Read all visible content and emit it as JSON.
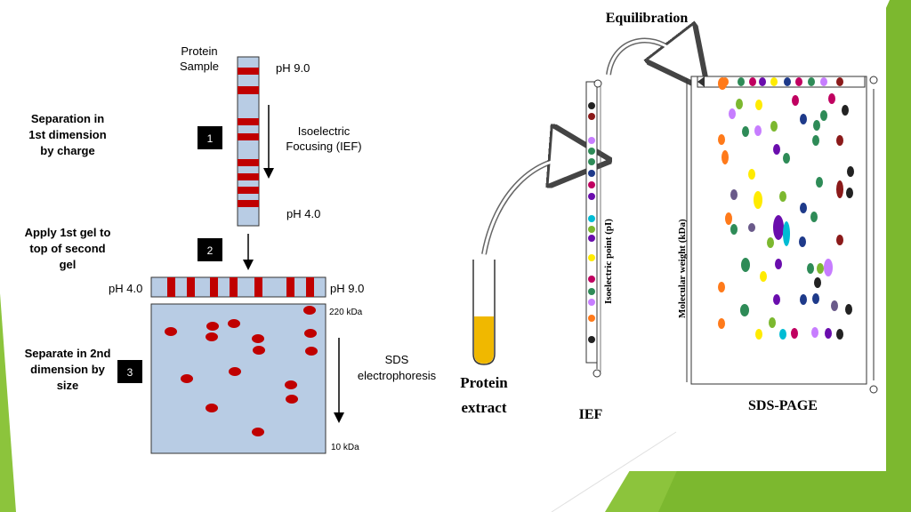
{
  "slide": {
    "colors": {
      "green_dark": "#7cb82f",
      "green_light": "#a6d05a",
      "blue_strip": "#b8cce4",
      "band_red": "#c00000",
      "spot_red": "#c00000",
      "black": "#000000"
    }
  },
  "left_diagram": {
    "protein_sample": [
      "Protein",
      "Sample"
    ],
    "ph_top": "pH 9.0",
    "ph_bottom_strip": "pH 4.0",
    "ief_label": [
      "Isoelectric",
      "Focusing (IEF)"
    ],
    "step1": {
      "number": "1",
      "text": [
        "Separation in",
        "1st dimension",
        "by charge"
      ]
    },
    "step2": {
      "number": "2",
      "text": [
        "Apply 1st gel to",
        "top of second",
        "gel"
      ]
    },
    "step3": {
      "number": "3",
      "text": [
        "Separate in 2nd",
        "dimension by",
        "size"
      ]
    },
    "horizontal_strip": {
      "left_label": "pH 4.0",
      "right_label": "pH 9.0"
    },
    "gel": {
      "top_label": "220 kDa",
      "bottom_label": "10 kDa"
    },
    "sds_label": [
      "SDS",
      "electrophoresis"
    ]
  },
  "right_diagram": {
    "equilibration": "Equilibration",
    "protein_extract": [
      "Protein",
      "extract"
    ],
    "ief": "IEF",
    "ief_axis": "Isoelectric point (pI)",
    "sds_page": "SDS-PAGE",
    "mw_axis": "Molecular weight (kDa)",
    "plus_sign": "⊕",
    "minus_sign": "⊖"
  }
}
